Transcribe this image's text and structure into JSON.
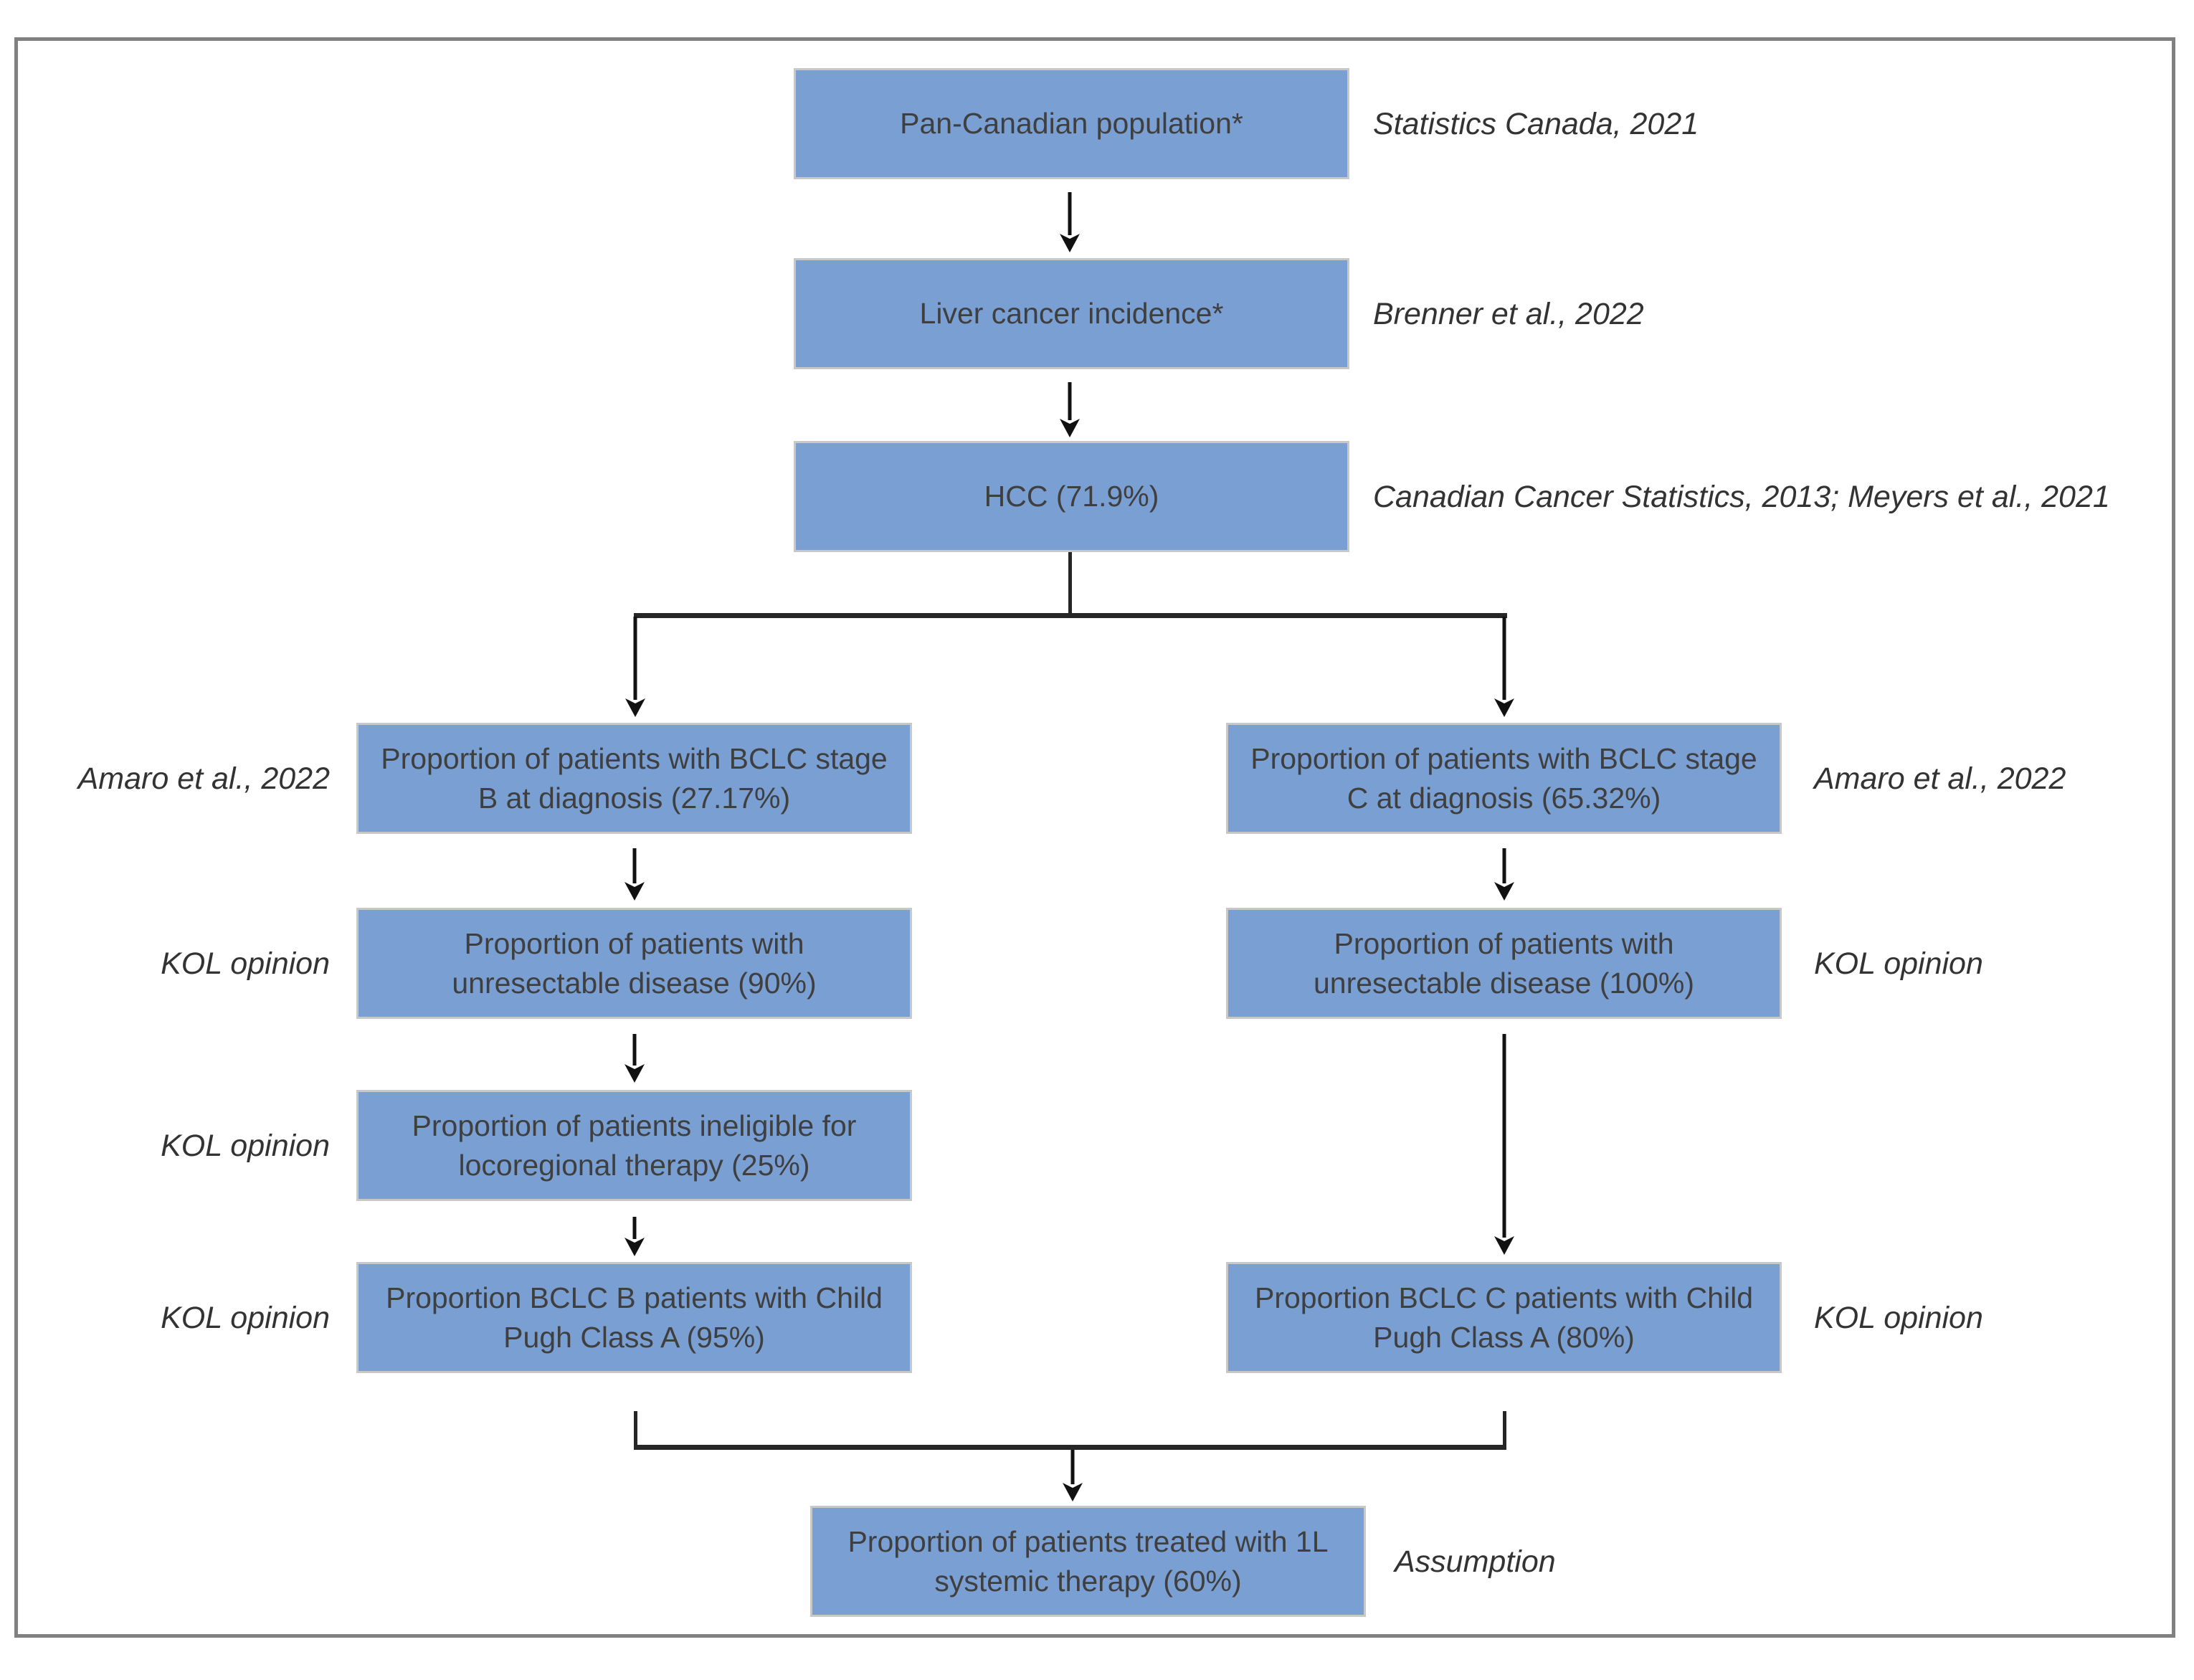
{
  "figure": {
    "title_implicit": "Patient flow diagram",
    "boxes": {
      "pan_canadian": {
        "label": "Pan-Canadian population*",
        "source": "Statistics Canada, 2021"
      },
      "liver_cancer": {
        "label": "Liver cancer incidence*",
        "source": "Brenner et al., 2022"
      },
      "hcc": {
        "label": "HCC (71.9%)",
        "source": "Canadian Cancer Statistics, 2013; Meyers et al., 2021"
      },
      "bclc_b": {
        "label": "Proportion of patients with BCLC stage B at diagnosis (27.17%)",
        "source": "Amaro et al., 2022"
      },
      "unresectable_b": {
        "label": "Proportion of patients with unresectable disease (90%)",
        "source": "KOL opinion"
      },
      "ineligible_locoregional": {
        "label": "Proportion of patients ineligible for locoregional therapy (25%)",
        "source": "KOL opinion"
      },
      "child_pugh_b": {
        "label": "Proportion BCLC B patients with Child Pugh Class A (95%)",
        "source": "KOL opinion"
      },
      "bclc_c": {
        "label": "Proportion of patients with BCLC stage C at diagnosis (65.32%)",
        "source": "Amaro et al., 2022"
      },
      "unresectable_c": {
        "label": "Proportion of patients with unresectable disease (100%)",
        "source": "KOL opinion"
      },
      "child_pugh_c": {
        "label": "Proportion BCLC C patients with Child Pugh Class A (80%)",
        "source": "KOL opinion"
      },
      "systemic_1l": {
        "label": "Proportion of patients treated with 1L systemic therapy (60%)",
        "source": "Assumption"
      }
    },
    "colors": {
      "box_fill": "#7A9FD3",
      "box_border": "#C8C8C8",
      "box_text": "#3F3F3F",
      "source_text": "#333333",
      "connector": "#111111",
      "frame_border": "#808080",
      "background": "#FFFFFF"
    }
  }
}
